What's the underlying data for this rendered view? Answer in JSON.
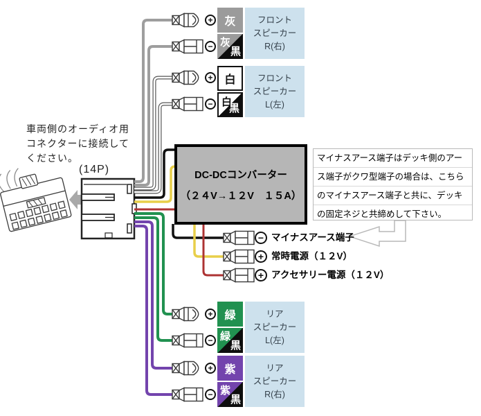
{
  "diagram": {
    "vehicle_note_lines": [
      "車両側のオーディオ用",
      "コネクターに接続して",
      "ください。"
    ],
    "connector_pin_label": "(14P)",
    "converter": {
      "name": "DC-DCコンバーター",
      "spec": "（２４V→１２V　１５A）"
    },
    "note_lines": [
      "マイナスアース端子はデッキ側のアー",
      "ス端子がクワ型端子の場合は、こちら",
      "のマイナスアース端子と共に、デッキ",
      "の固定ネジと共締めして下さい。"
    ],
    "power_terminals": [
      {
        "symbol": "−",
        "label": "マイナスアース端子",
        "wire_color": "#111111"
      },
      {
        "symbol": "+",
        "label": "常時電源（１２V）",
        "wire_color": "#e8cf4a"
      },
      {
        "symbol": "+",
        "label": "アクセサリー電源（１２V）",
        "wire_color": "#ad3333"
      }
    ],
    "speaker_rows": [
      {
        "symbol": "+",
        "chip": "灰"
      },
      {
        "symbol": "−",
        "chip": "灰",
        "chip_black": "黒"
      },
      {
        "symbol": "+",
        "chip": "白"
      },
      {
        "symbol": "−",
        "chip": "白",
        "chip_black": "黒"
      },
      {
        "symbol": "+",
        "chip": "緑"
      },
      {
        "symbol": "−",
        "chip": "緑",
        "chip_black": "黒"
      },
      {
        "symbol": "+",
        "chip": "紫"
      },
      {
        "symbol": "−",
        "chip": "紫",
        "chip_black": "黒"
      }
    ],
    "speaker_boxes": [
      {
        "lines": [
          "フロント",
          "スピーカー",
          "R(右)"
        ]
      },
      {
        "lines": [
          "フロント",
          "スピーカー",
          "L(左)"
        ]
      },
      {
        "lines": [
          "リア",
          "スピーカー",
          "L(左)"
        ]
      },
      {
        "lines": [
          "リア",
          "スピーカー",
          "R(右)"
        ]
      }
    ],
    "colors": {
      "chip_gray": "#9b9b9b",
      "chip_white": "#ffffff",
      "chip_green": "#219150",
      "chip_purple": "#7344ad",
      "chip_black": "#0e0e0e",
      "speaker_box_bg": "#cde1ed",
      "converter_bg": "#b6b6b6",
      "wire_gray": "#9e9e9e",
      "wire_black": "#111111",
      "wire_yellow": "#e8cf4a",
      "wire_red": "#ad3333",
      "wire_green": "#219150",
      "wire_purple": "#7344ad"
    }
  }
}
